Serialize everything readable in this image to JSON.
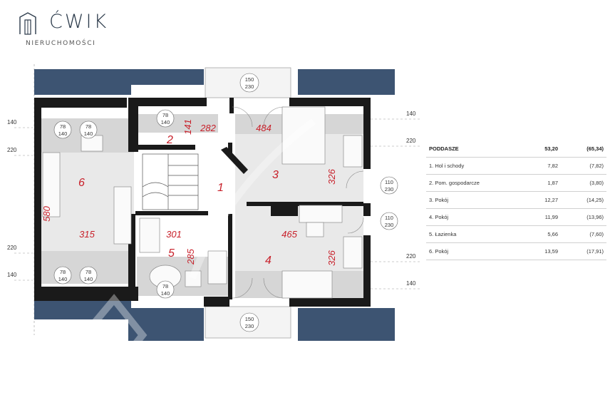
{
  "brand": {
    "name": "ĆWIK",
    "tagline": "NIERUCHOMOŚCI"
  },
  "plan": {
    "rooms": [
      {
        "n": "1"
      },
      {
        "n": "2"
      },
      {
        "n": "3"
      },
      {
        "n": "4"
      },
      {
        "n": "5"
      },
      {
        "n": "6"
      }
    ],
    "dimensions": [
      "141",
      "282",
      "484",
      "326",
      "580",
      "315",
      "301",
      "465",
      "285",
      "326"
    ],
    "openings": [
      [
        "78",
        "140"
      ],
      [
        "78",
        "140"
      ],
      [
        "78",
        "140"
      ],
      [
        "150",
        "230"
      ],
      [
        "110",
        "230"
      ],
      [
        "110",
        "230"
      ],
      [
        "78",
        "140"
      ],
      [
        "78",
        "140"
      ],
      [
        "78",
        "140"
      ],
      [
        "150",
        "230"
      ]
    ],
    "heights": [
      "140",
      "220",
      "220",
      "140",
      "140",
      "220",
      "220",
      "140"
    ]
  },
  "table": {
    "header": {
      "name": "PODDASZE",
      "area": "53,20",
      "gross": "(65,34)"
    },
    "rows": [
      {
        "name": "1. Hol i schody",
        "area": "7,82",
        "gross": "(7,82)"
      },
      {
        "name": "2. Pom. gospodarcze",
        "area": "1,87",
        "gross": "(3,80)"
      },
      {
        "name": "3. Pokój",
        "area": "12,27",
        "gross": "(14,25)"
      },
      {
        "name": "4. Pokój",
        "area": "11,99",
        "gross": "(13,96)"
      },
      {
        "name": "5. Łazienka",
        "area": "5,66",
        "gross": "(7,60)"
      },
      {
        "name": "6. Pokój",
        "area": "13,59",
        "gross": "(17,91)"
      }
    ]
  },
  "colors": {
    "wall": "#1a1a1a",
    "roof": "#3d5472",
    "dimension": "#c8202a",
    "lowZone": "#d6d6d6"
  }
}
